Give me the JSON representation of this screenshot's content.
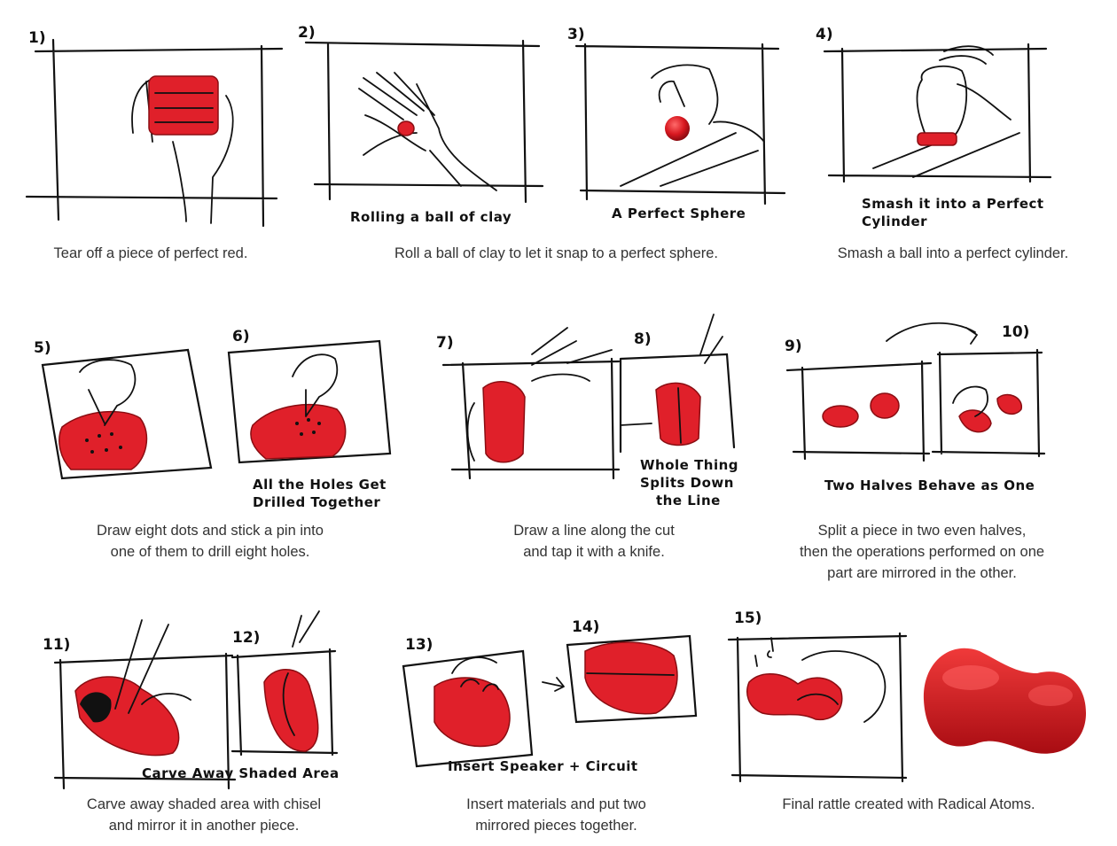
{
  "panels": [
    {
      "n": "1)",
      "note": "",
      "caption": ""
    },
    {
      "n": "2)",
      "note": "Rolling a ball of clay",
      "caption": ""
    },
    {
      "n": "3)",
      "note": "A Perfect Sphere",
      "caption": ""
    },
    {
      "n": "4)",
      "note": "Smash it into a Perfect",
      "note2": "Cylinder"
    },
    {
      "n": "5)"
    },
    {
      "n": "6)",
      "note": "All the Holes Get",
      "note2": "Drilled Together"
    },
    {
      "n": "7)"
    },
    {
      "n": "8)",
      "note": "Whole Thing",
      "note2": "Splits Down",
      "note3": "the Line"
    },
    {
      "n": "9)"
    },
    {
      "n": "10)",
      "note": "Two Halves Behave as One"
    },
    {
      "n": "11)"
    },
    {
      "n": "12)",
      "note": "Carve Away Shaded Area"
    },
    {
      "n": "13)"
    },
    {
      "n": "14)",
      "note": "Insert Speaker + Circuit"
    },
    {
      "n": "15)"
    }
  ],
  "captions": {
    "c1": "Tear off a piece of perfect red.",
    "c2": "Roll a ball of clay to let it snap to a perfect sphere.",
    "c3": "Smash a ball into a perfect cylinder.",
    "c4": "Draw eight dots and stick a pin into\none of them to drill eight holes.",
    "c5": "Draw a line along the cut\nand tap it with a knife.",
    "c6": "Split a piece in two even halves,\nthen the operations performed on one\npart are mirrored in the other.",
    "c7": "Carve away shaded area with chisel\nand mirror it in another piece.",
    "c8": "Insert materials and put two\nmirrored pieces together.",
    "c9": "Final rattle created with Radical Atoms."
  },
  "colors": {
    "clay": "#e0202a",
    "ink": "#111111",
    "caption": "#333333"
  }
}
